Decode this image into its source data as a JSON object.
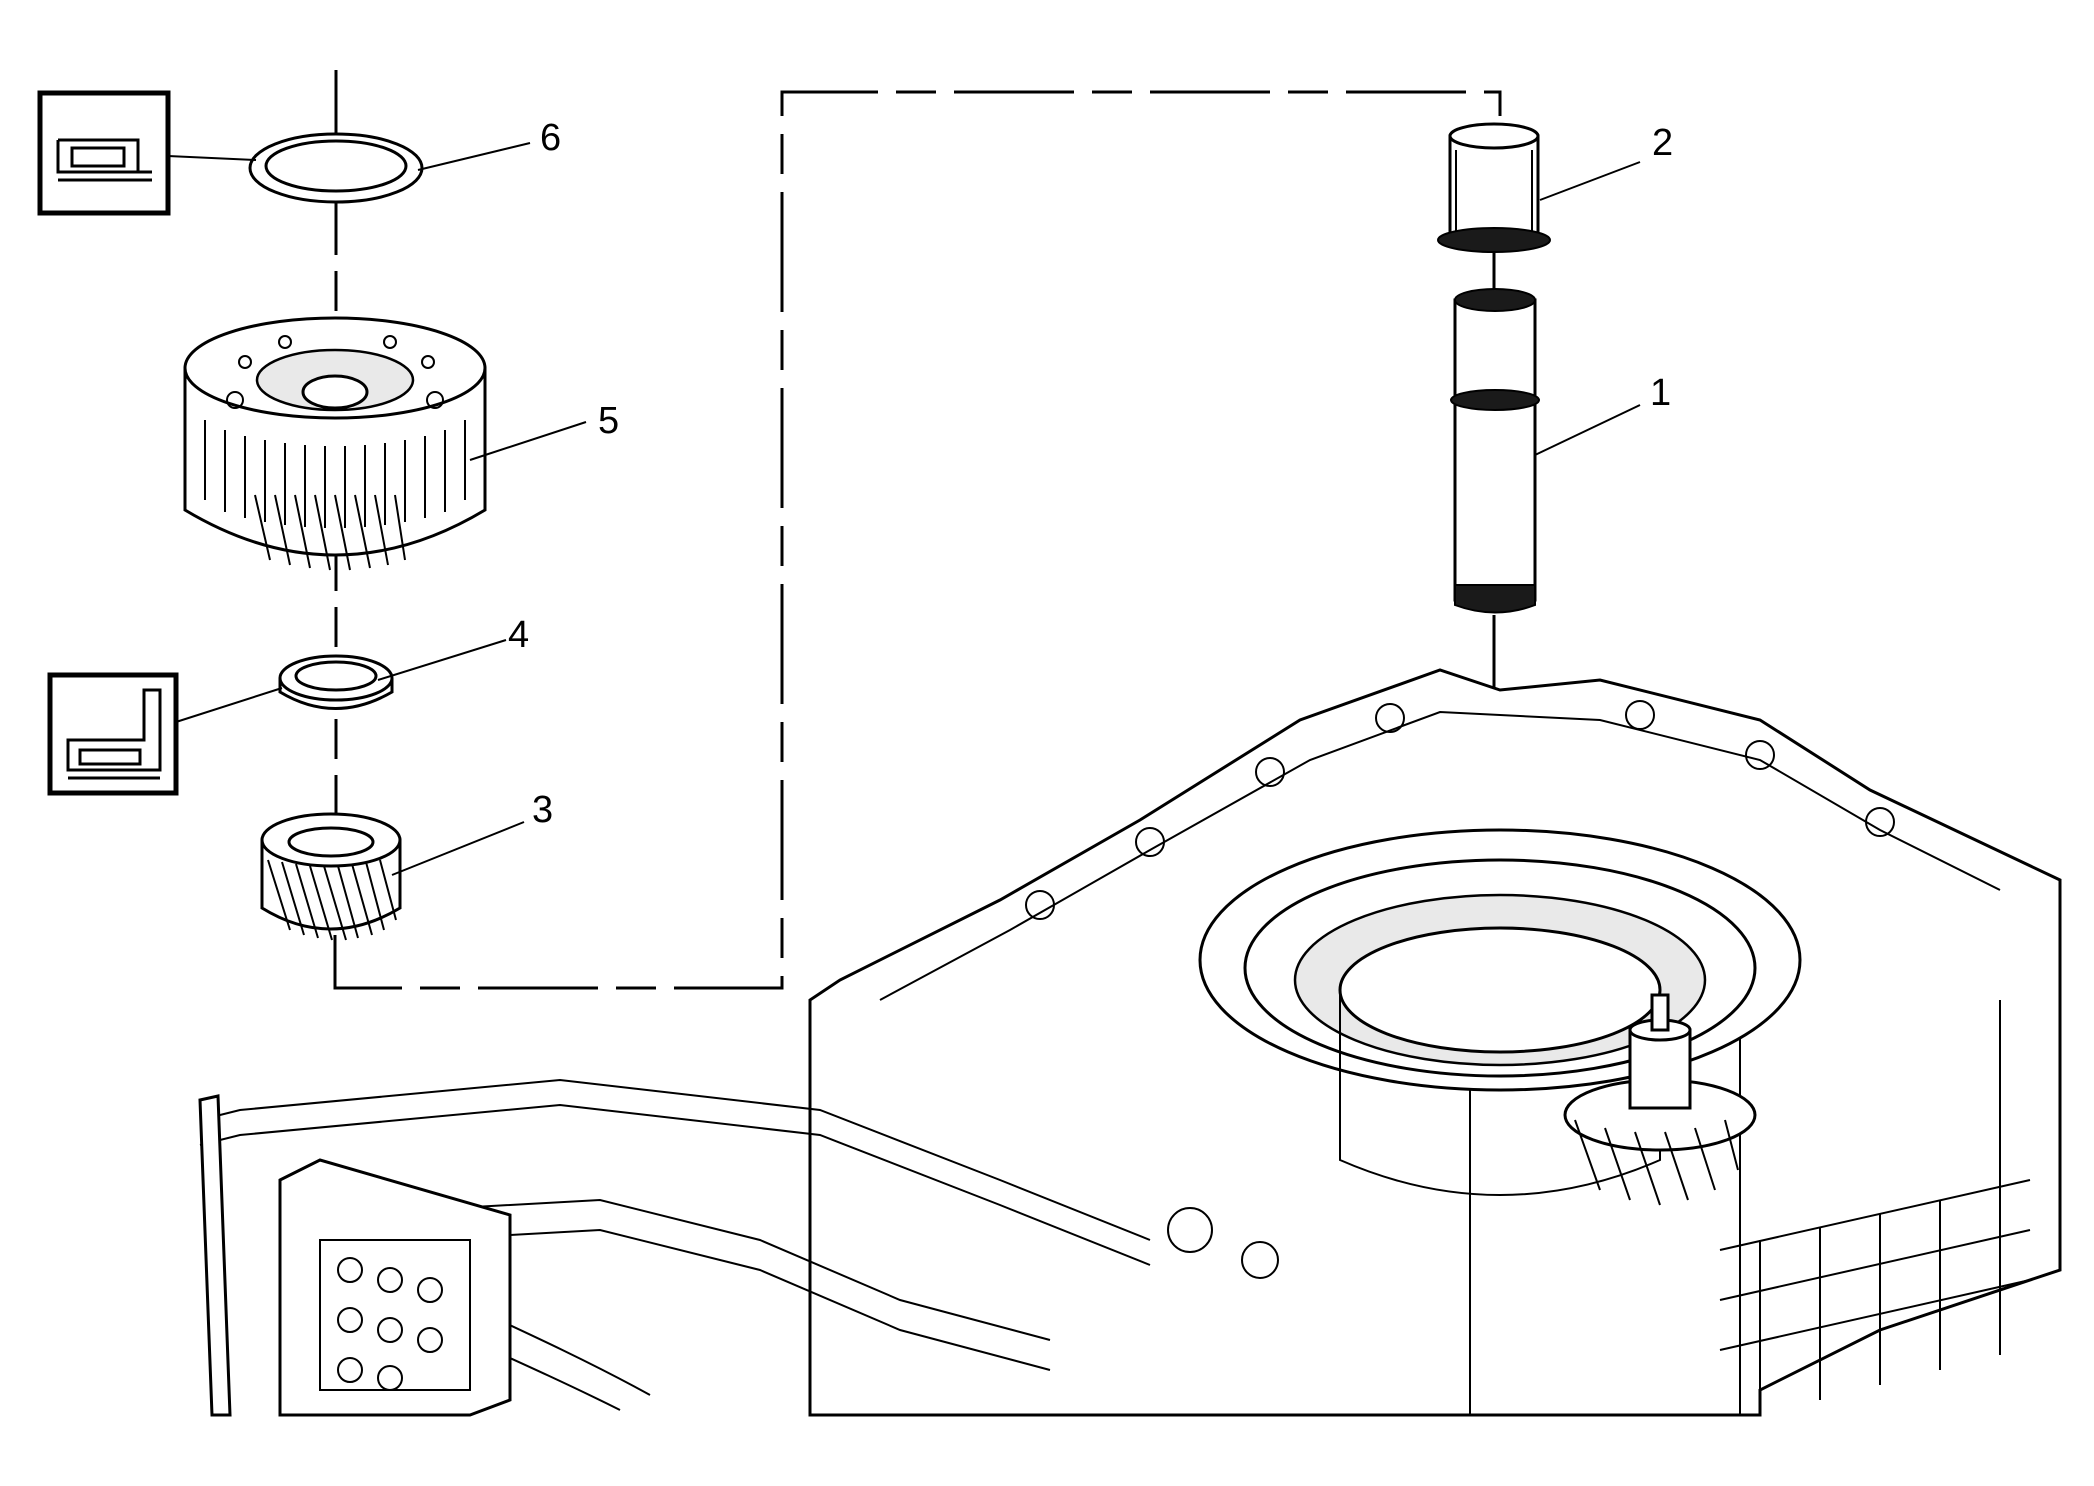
{
  "callouts": {
    "c1": "1",
    "c2": "2",
    "c3": "3",
    "c4": "4",
    "c5": "5",
    "c6": "6"
  },
  "icons": {
    "symbol_top": "bearing-orientation-icon",
    "symbol_mid": "bearing-orientation-icon"
  },
  "colors": {
    "line": "#000000",
    "background": "#ffffff"
  }
}
